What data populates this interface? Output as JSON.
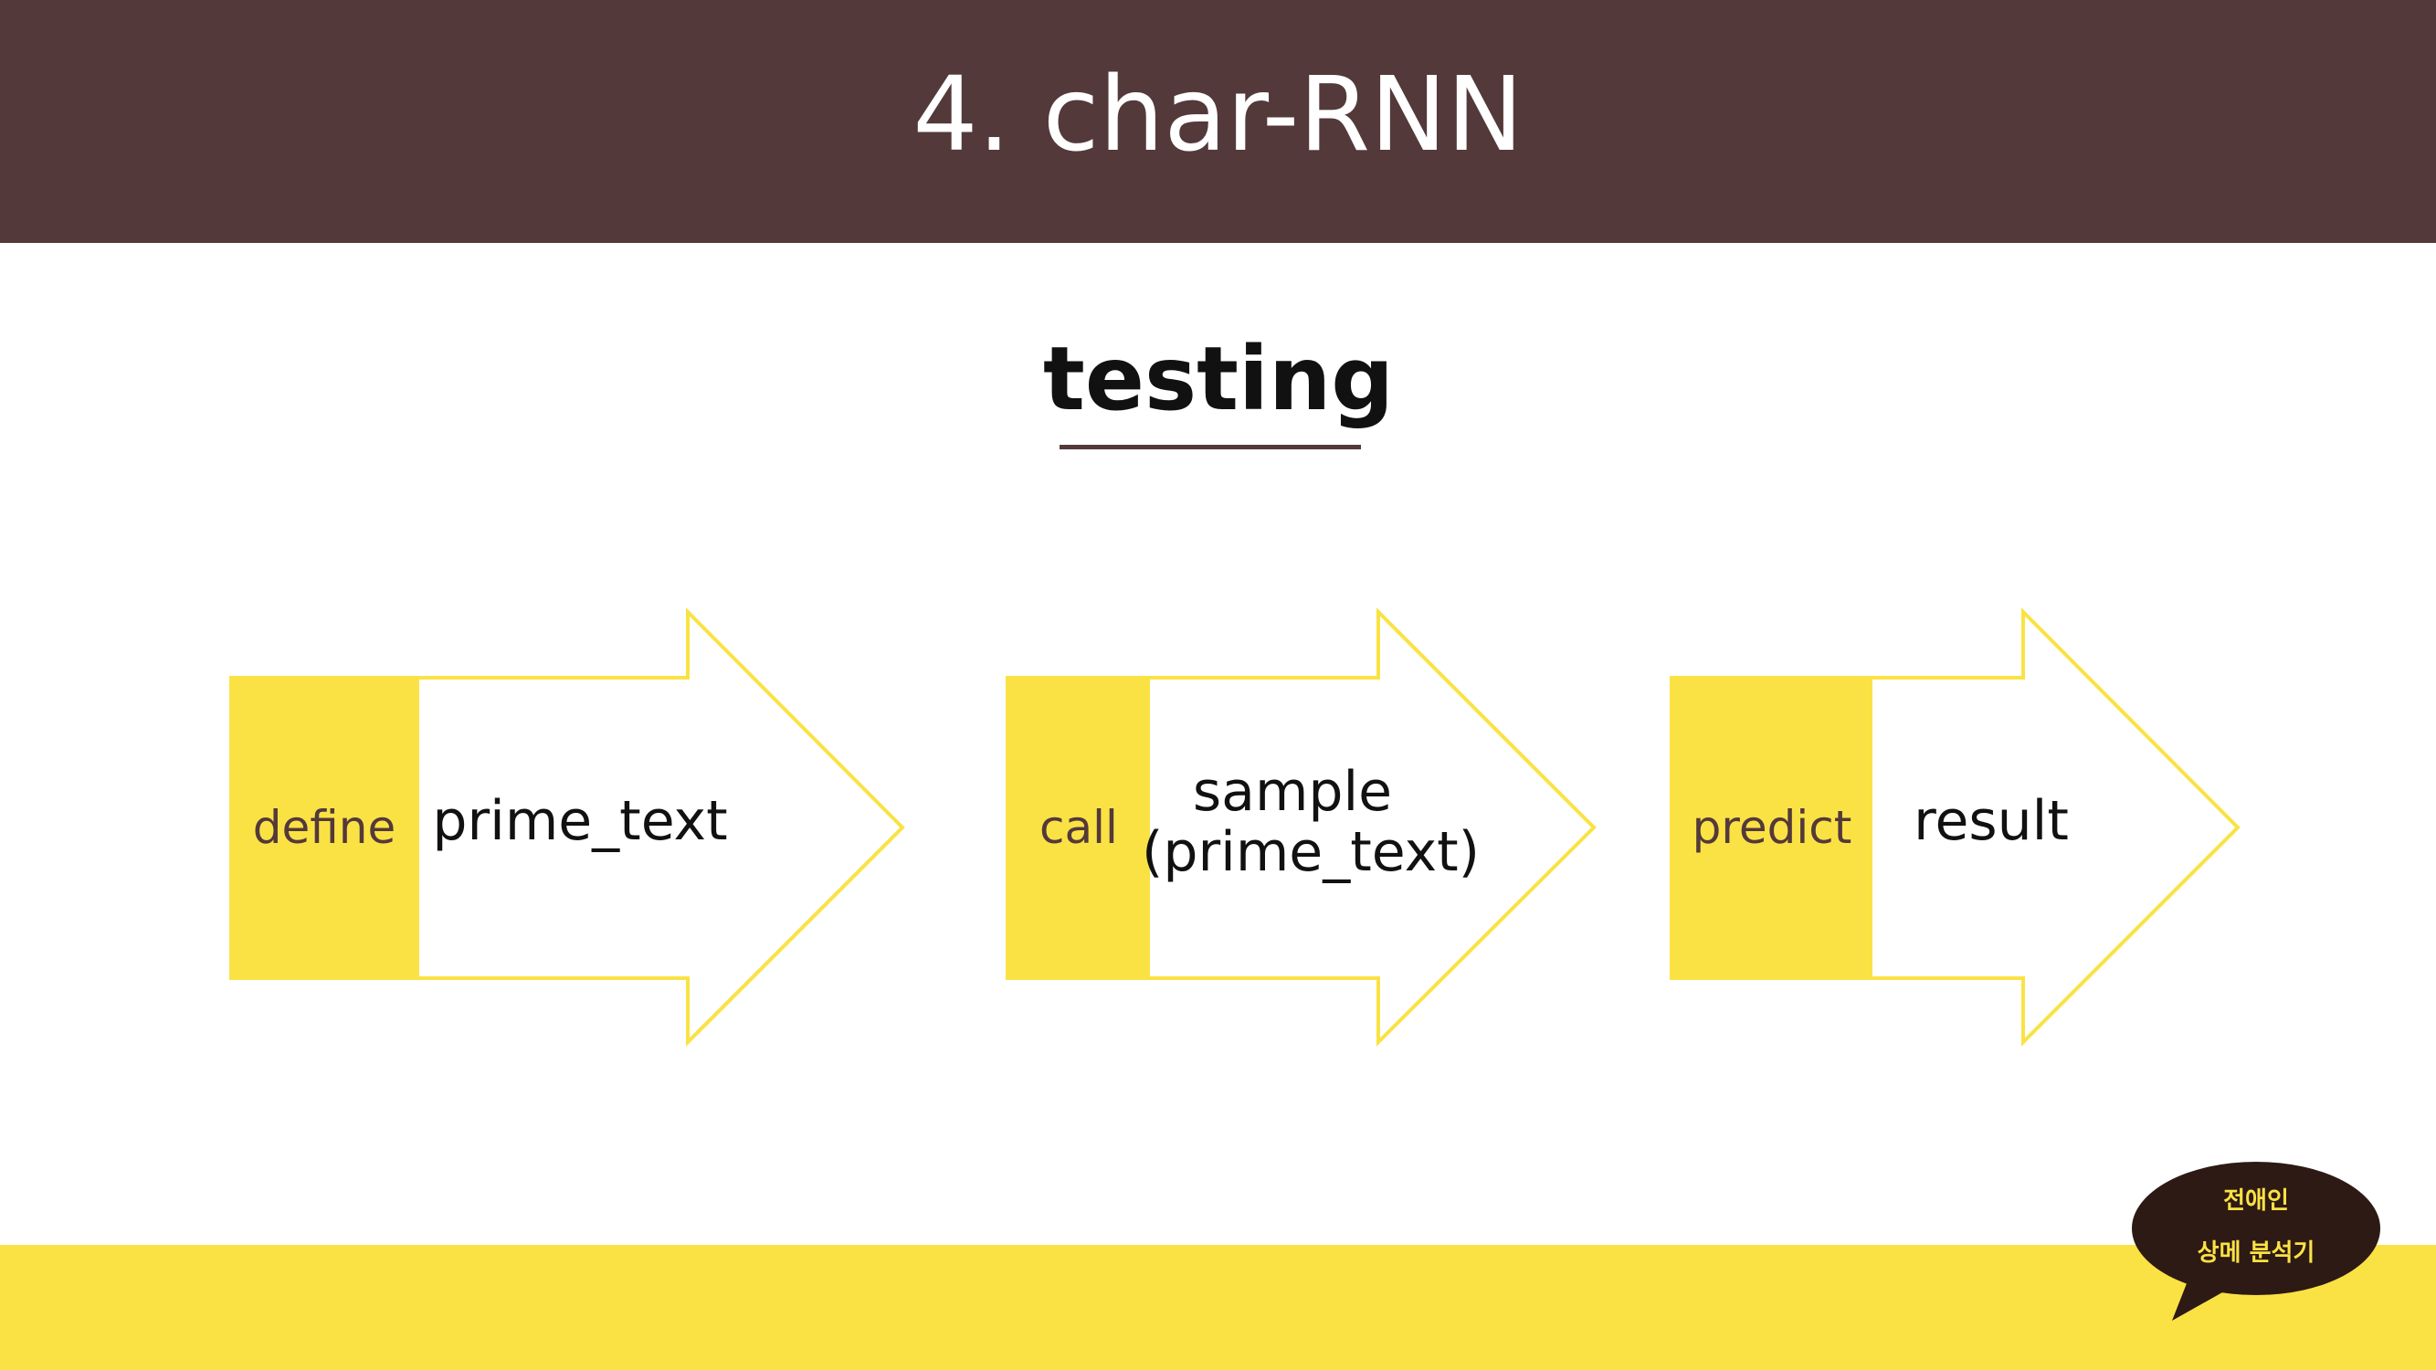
{
  "header": {
    "title": "4. char-RNN"
  },
  "subtitle": "testing",
  "steps": [
    {
      "label": "define",
      "value": "prime_text"
    },
    {
      "label": "call",
      "value": "sample\n(prime_text)"
    },
    {
      "label": "predict",
      "value": "result"
    }
  ],
  "badge": {
    "line1": "전애인",
    "line2": "상메 분석기"
  },
  "colors": {
    "brown": "#53393a",
    "yellow": "#fbe244",
    "white": "#ffffff"
  }
}
